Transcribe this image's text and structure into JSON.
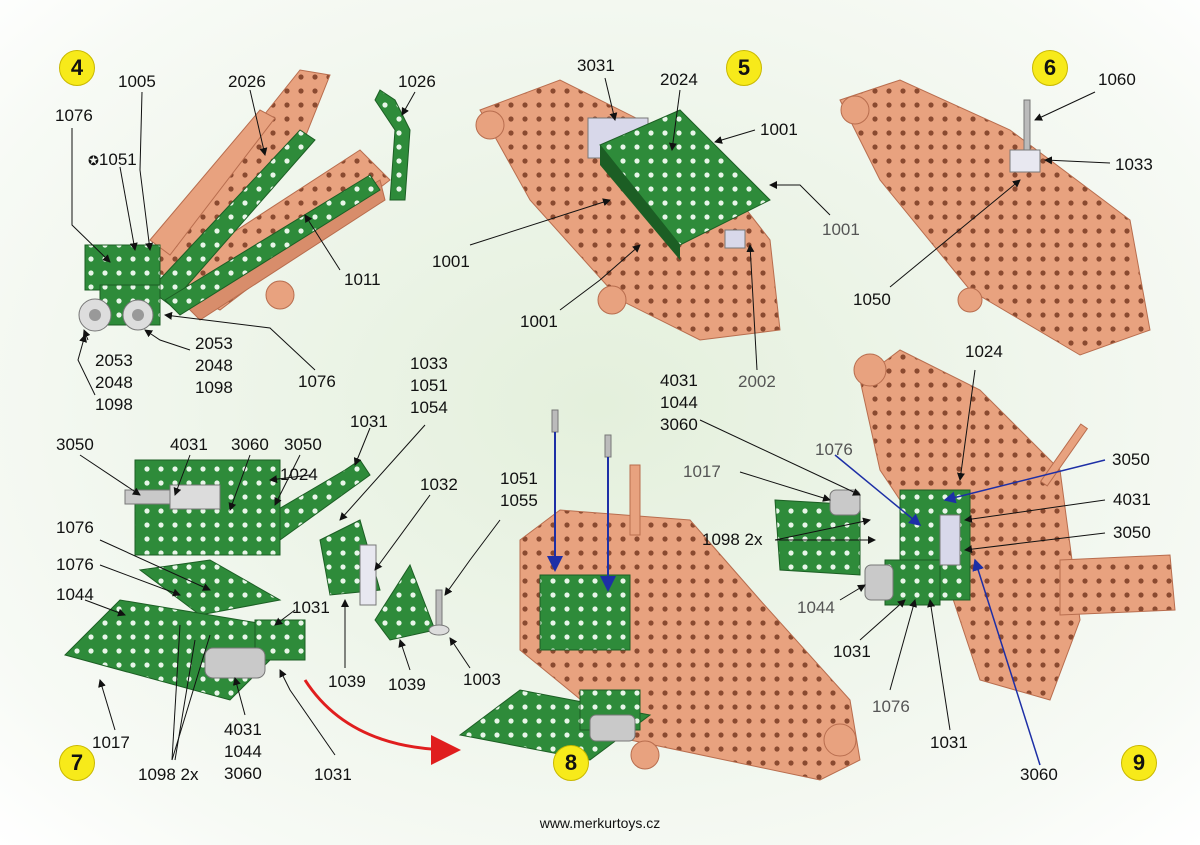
{
  "steps": [
    "4",
    "5",
    "6",
    "7",
    "8",
    "9"
  ],
  "colors": {
    "copper_part": "#e8a27f",
    "copper_edge": "#b86d4e",
    "green_part": "#2e8b3a",
    "green_edge": "#1c5e24",
    "bolt": "#c9c9c9",
    "step_badge": "#f7ea1a",
    "arrow_red": "#e01e1e",
    "arrow_blue": "#1d2fa6"
  },
  "step4": {
    "l1076a": "1076",
    "l1005": "1005",
    "l2026a": "2026",
    "l1026": "1026",
    "l1051": "1051",
    "l1011": "1011",
    "stackA": [
      "2053",
      "2048",
      "1098"
    ],
    "stackB": [
      "2053",
      "2048",
      "1098"
    ],
    "l1076b": "1076"
  },
  "step5": {
    "l3031": "3031",
    "l2024": "2024",
    "l1001a": "1001",
    "l1001b": "1001",
    "l1001c": "1001",
    "l1001d": "1001",
    "l2002": "2002"
  },
  "step6": {
    "l1060": "1060",
    "l1033": "1033",
    "l1050": "1050"
  },
  "step7": {
    "l3050a": "3050",
    "l4031": "4031",
    "l3060": "3060",
    "l3050b": "3050",
    "l1024": "1024",
    "l1031a": "1031",
    "stack1033": [
      "1033",
      "1051",
      "1054"
    ],
    "l1032": "1032",
    "l1076a": "1076",
    "l1076b": "1076",
    "l1044": "1044",
    "l1031b": "1031",
    "l1039a": "1039",
    "l1039b": "1039",
    "l1003": "1003",
    "l1017": "1017",
    "l1098": "1098 2x",
    "stack4031": [
      "4031",
      "1044",
      "3060"
    ],
    "l1031c": "1031"
  },
  "step8": {
    "stack1051": [
      "1051",
      "1055"
    ]
  },
  "step9": {
    "stack4031": [
      "4031",
      "1044",
      "3060"
    ],
    "l1024": "1024",
    "l1017": "1017",
    "l1076a": "1076",
    "l3050a": "3050",
    "l1098": "1098 2x",
    "l4031": "4031",
    "l3050b": "3050",
    "l1044": "1044",
    "l1031a": "1031",
    "l1076b": "1076",
    "l1031b": "1031",
    "l3060": "3060"
  },
  "footer": {
    "url": "www.merkurtoys.cz"
  }
}
